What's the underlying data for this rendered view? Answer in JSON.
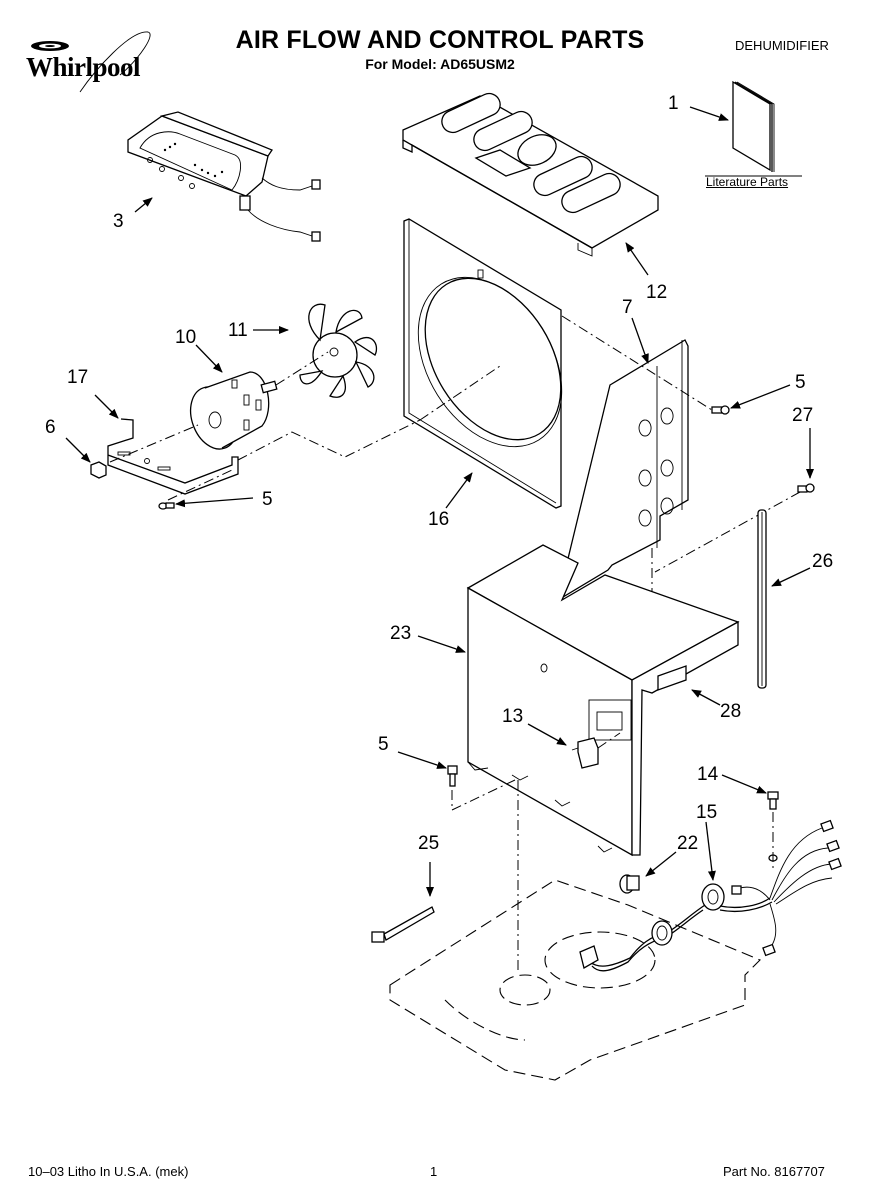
{
  "header": {
    "brand": "Whirlpool",
    "title": "AIR FLOW AND CONTROL PARTS",
    "subtitle": "For Model: AD65USM2",
    "category": "DEHUMIDIFIER"
  },
  "literature": {
    "label": "Literature Parts"
  },
  "callouts": [
    {
      "id": "1",
      "part": "literature-manual"
    },
    {
      "id": "3",
      "part": "control-panel"
    },
    {
      "id": "12",
      "part": "top-grille"
    },
    {
      "id": "7",
      "part": "evaporator-bracket"
    },
    {
      "id": "11",
      "part": "fan-blade"
    },
    {
      "id": "10",
      "part": "fan-motor"
    },
    {
      "id": "17",
      "part": "motor-bracket"
    },
    {
      "id": "6",
      "part": "nut"
    },
    {
      "id": "5a",
      "label": "5",
      "part": "screw-motor-bracket"
    },
    {
      "id": "5b",
      "label": "5",
      "part": "screw-bracket"
    },
    {
      "id": "27",
      "part": "screw"
    },
    {
      "id": "16",
      "part": "fan-shroud"
    },
    {
      "id": "26",
      "part": "support-rod"
    },
    {
      "id": "23",
      "part": "air-duct-panel"
    },
    {
      "id": "28",
      "part": "clip"
    },
    {
      "id": "13",
      "part": "switch"
    },
    {
      "id": "5c",
      "label": "5",
      "part": "screw-panel"
    },
    {
      "id": "14",
      "part": "ground-screw"
    },
    {
      "id": "15",
      "part": "power-cord-harness"
    },
    {
      "id": "25",
      "part": "cable-tie"
    },
    {
      "id": "22",
      "part": "strain-relief"
    }
  ],
  "labels": {
    "c1": "1",
    "c3": "3",
    "c12": "12",
    "c7": "7",
    "c11": "11",
    "c10": "10",
    "c17": "17",
    "c6": "6",
    "c5a": "5",
    "c5b": "5",
    "c27": "27",
    "c16": "16",
    "c26": "26",
    "c23": "23",
    "c28": "28",
    "c13": "13",
    "c5c": "5",
    "c14": "14",
    "c15": "15",
    "c25": "25",
    "c22": "22"
  },
  "footer": {
    "left": "10–03 Litho In U.S.A. (mek)",
    "page": "1",
    "part_no": "Part No. 8167707"
  }
}
